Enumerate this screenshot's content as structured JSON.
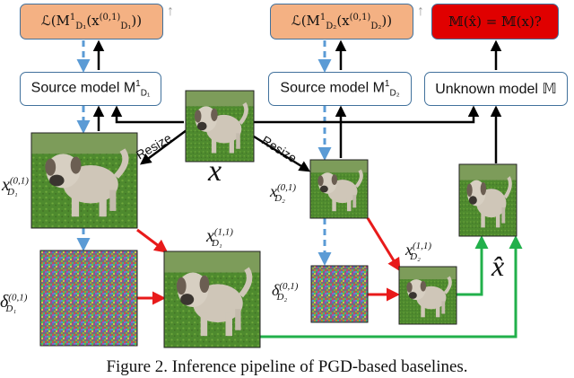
{
  "boxes": {
    "loss1": "ℒ(M¹_{D₁}(x^{(0,1)}_{D₁}))",
    "loss1_main": "ℒ(M",
    "loss2_main": "ℒ(M",
    "verdict": "𝕄(x̂) = 𝕄(x)?",
    "model1": "Source model M",
    "model2": "Source model M",
    "unknown": "Unknown model 𝕄"
  },
  "labels": {
    "resize1": "Resize",
    "resize2": "Resize",
    "x": "x",
    "xhat": "x̂",
    "x01_d1": "x",
    "x11_d1": "x",
    "x01_d2": "x",
    "x11_d2": "x",
    "delta_d1": "δ",
    "delta_d2": "δ",
    "sup01": "(0,1)",
    "sup11": "(1,1)",
    "sub_d1": "D₁",
    "sub_d2": "D₂",
    "sup1": "1"
  },
  "caption": "Figure 2.  Inference pipeline of PGD-based baselines.",
  "colors": {
    "loss_fill": "#f4b183",
    "alert_fill": "#e00000",
    "box_border": "#41719c",
    "blue_dashed": "#5b9bd5",
    "red": "#e81a1a",
    "green": "#22b04b",
    "black": "#000000"
  }
}
